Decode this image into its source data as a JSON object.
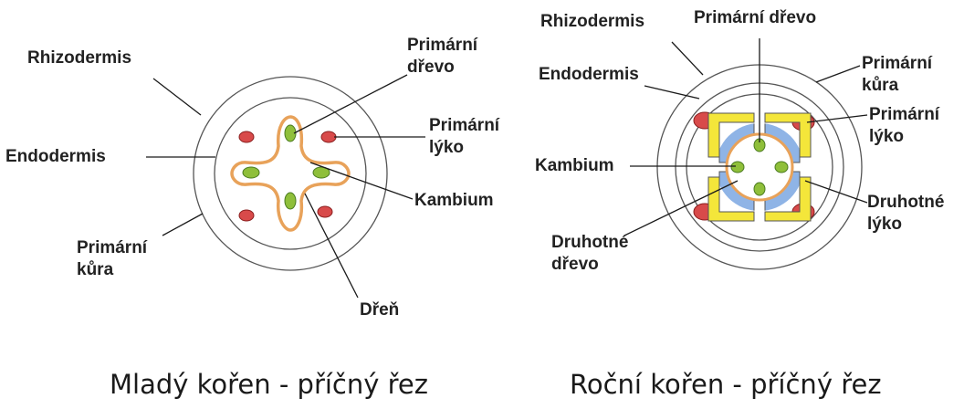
{
  "colors": {
    "phloem": "#d84a4a",
    "primary_xylem": "#8fbf3a",
    "cambium": "#e8a25a",
    "secondary_xylem": "#8fb4e6",
    "secondary_phloem": "#f4e63a",
    "outline": "#555555",
    "leader": "#1a1a1a"
  },
  "left_diagram": {
    "caption": "Mladý kořen - příčný řez",
    "labels": {
      "rhizodermis": "Rhizodermis",
      "endodermis": "Endodermis",
      "primarni_kura_1": "Primární",
      "primarni_kura_2": "kůra",
      "primarni_drevo_1": "Primární",
      "primarni_drevo_2": "dřevo",
      "primarni_lyko_1": "Primární",
      "primarni_lyko_2": "lýko",
      "kambium": "Kambium",
      "dren": "Dřeň"
    }
  },
  "right_diagram": {
    "caption": "Roční kořen - příčný řez",
    "labels": {
      "rhizodermis": "Rhizodermis",
      "primarni_drevo": "Primární dřevo",
      "endodermis": "Endodermis",
      "primarni_kura_1": "Primární",
      "primarni_kura_2": "kůra",
      "primarni_lyko_1": "Primární",
      "primarni_lyko_2": "lýko",
      "kambium": "Kambium",
      "druhotne_lyko_1": "Druhotné",
      "druhotne_lyko_2": "lýko",
      "druhotne_drevo_1": "Druhotné",
      "druhotne_drevo_2": "dřevo"
    }
  }
}
